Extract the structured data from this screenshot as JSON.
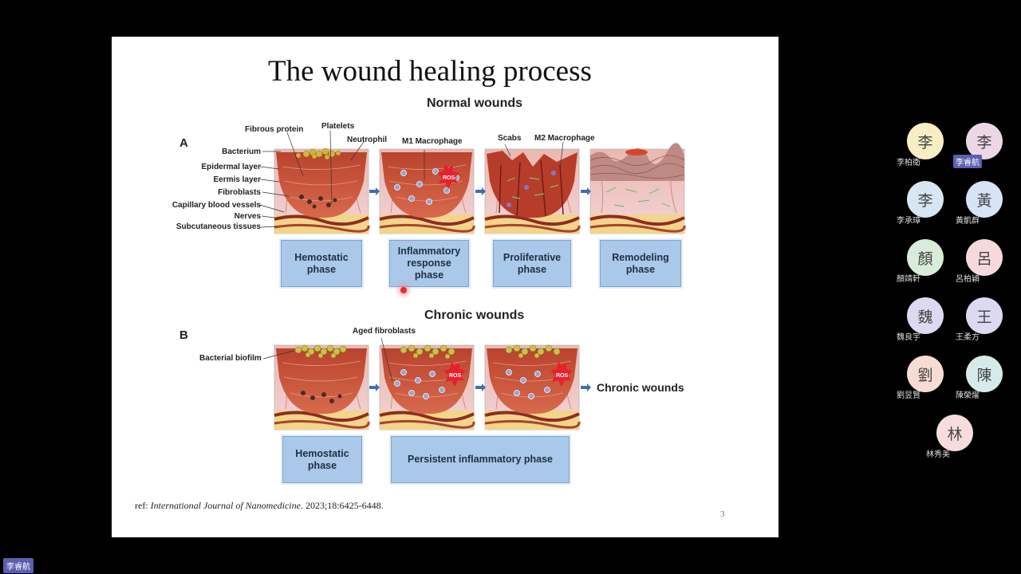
{
  "slide": {
    "title": "The wound healing process",
    "page_number": "3",
    "reference": {
      "prefix": "ref: ",
      "journal": "International Journal of Nanomedicine",
      "suffix": ". 2023;18:6425-6448."
    },
    "normal": {
      "heading": "Normal wounds",
      "panel_letter": "A",
      "left_labels": [
        "Fibrous protein",
        "Bacterium",
        "Epidermal layer",
        "Eermis layer",
        "Fibroblasts",
        "Capillary blood vessels",
        "Nerves",
        "Subcutaneous tissues"
      ],
      "top_labels": [
        "Platelets",
        "Neutrophil",
        "M1 Macrophage",
        "Scabs",
        "M2 Macrophage"
      ],
      "ros": "ROS",
      "phases": [
        "Hemostatic\nphase",
        "Inflammatory\nresponse\nphase",
        "Proliferative\nphase",
        "Remodeling\nphase"
      ]
    },
    "chronic": {
      "heading": "Chronic wounds",
      "panel_letter": "B",
      "labels": [
        "Bacterial biofilm",
        "Aged fibroblasts"
      ],
      "ros": "ROS",
      "outcome": "Chronic wounds",
      "phases": [
        "Hemostatic\nphase",
        "Persistent inflammatory phase"
      ]
    }
  },
  "participants": [
    {
      "char": "李",
      "name": "李柏衛",
      "color": "#f7efc3",
      "active": false
    },
    {
      "char": "李",
      "name": "李睿航",
      "color": "#ecd7e6",
      "active": true
    },
    {
      "char": "李",
      "name": "李承璋",
      "color": "#d6e6f2",
      "active": false
    },
    {
      "char": "黃",
      "name": "黃凱群",
      "color": "#d6e4f5",
      "active": false
    },
    {
      "char": "顏",
      "name": "顏靖軒",
      "color": "#d9ecd9",
      "active": false
    },
    {
      "char": "呂",
      "name": "呂柏穎",
      "color": "#f6d9dd",
      "active": false
    },
    {
      "char": "魏",
      "name": "魏良宇",
      "color": "#dcdaf0",
      "active": false
    },
    {
      "char": "王",
      "name": "王柔方",
      "color": "#dcdaf0",
      "active": false
    },
    {
      "char": "劉",
      "name": "劉昱賢",
      "color": "#f6dcd3",
      "active": false
    },
    {
      "char": "陳",
      "name": "陳榮燿",
      "color": "#d6ebe9",
      "active": false
    },
    {
      "char": "林",
      "name": "林秀美",
      "color": "#f6dcdc",
      "active": false
    }
  ],
  "self_name": "李睿航"
}
